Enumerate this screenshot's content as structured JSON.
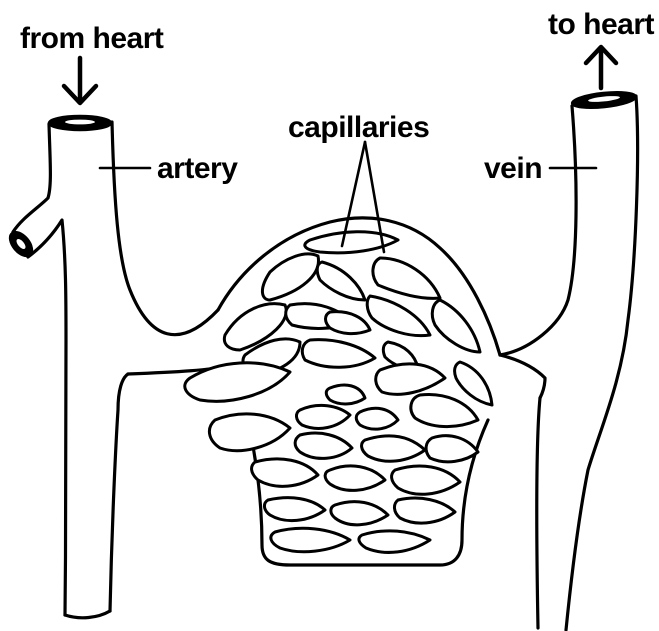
{
  "diagram": {
    "labels": {
      "from_heart": "from heart",
      "to_heart": "to heart",
      "capillaries": "capillaries",
      "artery": "artery",
      "vein": "vein"
    },
    "colors": {
      "line": "#000000",
      "background": "#ffffff"
    },
    "icons": {
      "inflow": "arrow-down-icon",
      "outflow": "arrow-up-icon"
    }
  }
}
